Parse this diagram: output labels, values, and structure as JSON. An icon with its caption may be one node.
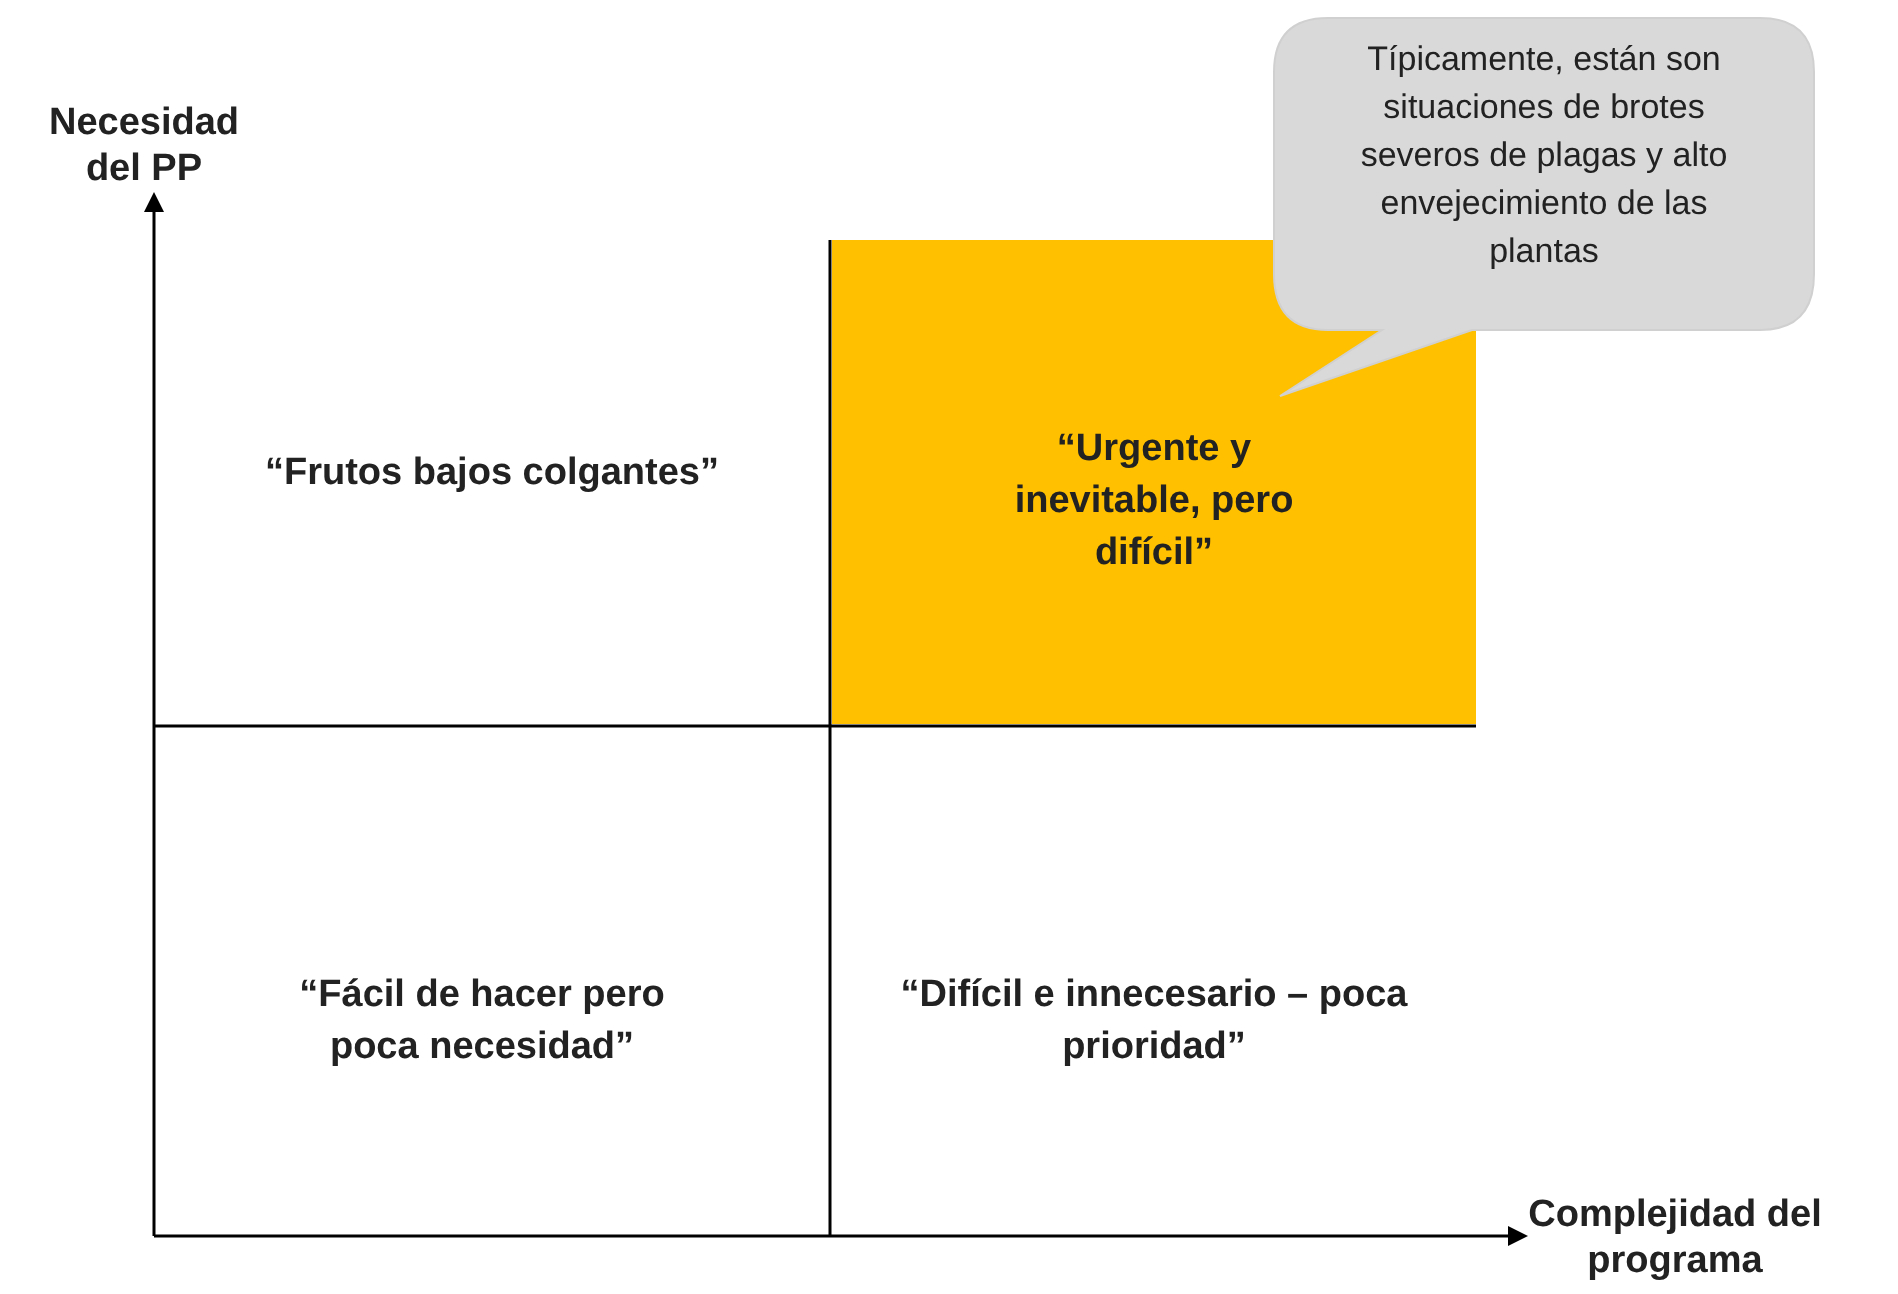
{
  "diagram": {
    "nodes": [
      {
        "text": [
          "“Frutos bajos colgantes”"
        ]
      },
      {
        "text": [
          "“Urgente y inevitable, pero difícil”"
        ]
      },
      {
        "text": [
          "“Fácil de hacer pero poca necesidad”"
        ]
      },
      {
        "text": [
          "“Difícil e innecesario – poca prioridad”"
        ]
      },
      {
        "text": [
          "Típicamente, están son situaciones de brotes severos de plagas y alto envejecimiento de las plantas"
        ]
      }
    ],
    "edges": [],
    "labels": [
      "Necesidad del PP",
      "Complejidad del programa"
    ]
  }
}
